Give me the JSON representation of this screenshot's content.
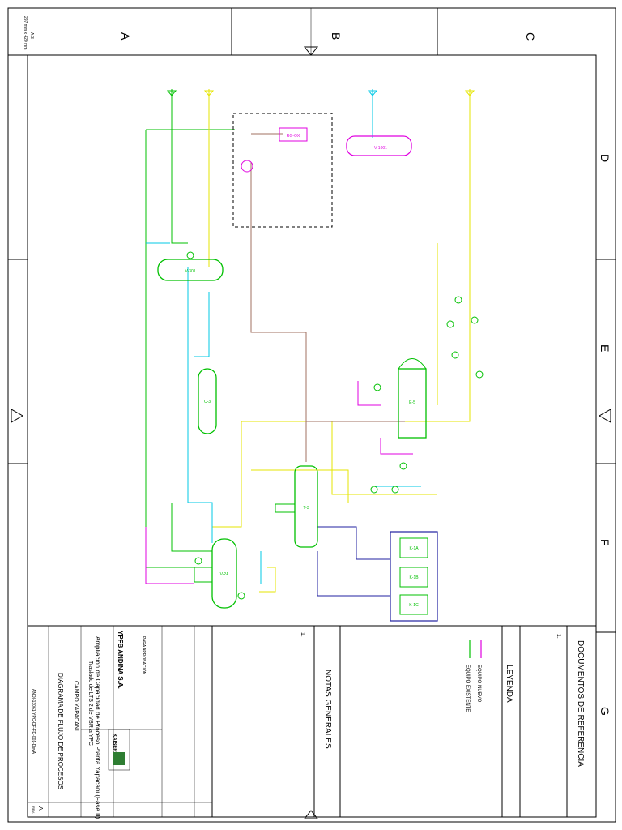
{
  "sheet": {
    "size_label": "A-3",
    "size_dims": "297 mm x 420 mm",
    "zones_top": [
      "A",
      "B",
      "C"
    ],
    "zones_right": [
      "D",
      "E",
      "F",
      "G"
    ]
  },
  "equipment": {
    "rg_ox": "RG-OX",
    "v_1001": "V-1001",
    "v_301": "V-301",
    "c_3": "C-3",
    "t_3": "T-3",
    "e_5": "E-5",
    "k_1a": "K-1A",
    "k_1b": "K-1B",
    "k_1c": "K-1C",
    "v_2a": "V-2A"
  },
  "lines": {
    "colors": {
      "new": "#e000e0",
      "existing": "#00c000",
      "cyan": "#00c8e6",
      "yellow": "#e6e600",
      "brown": "#a07060",
      "blue": "#2020a0"
    }
  },
  "side_panel": {
    "ref_docs_title": "DOCUMENTOS DE REFERENCIA",
    "ref_item": "1.",
    "legend_title": "LEYENDA",
    "legend_new": "EQUIPO NUEVO",
    "legend_existing": "EQUIPO EXISTENTE",
    "notes_title": "NOTAS GENERALES",
    "notes_item": "1."
  },
  "title_block": {
    "company": "YPFB ANDINA S.A.",
    "contractor": "KAISER",
    "project_line1": "Ampliación de Capacidad de Proceso Planta Yapacani (Fase II)",
    "project_line2": "Traslado de LTS 2 de VBR a YPC",
    "field": "CAMPO YAPACANI",
    "drawing_title": "DIAGRAMA DE FLUJO DE PROCESOS",
    "status": "PARA APROBACIÓN",
    "drawing_number": "ANDI-13061-YPC-DF-FD-001-DevA",
    "revision": "A",
    "rev_label": "REV."
  }
}
